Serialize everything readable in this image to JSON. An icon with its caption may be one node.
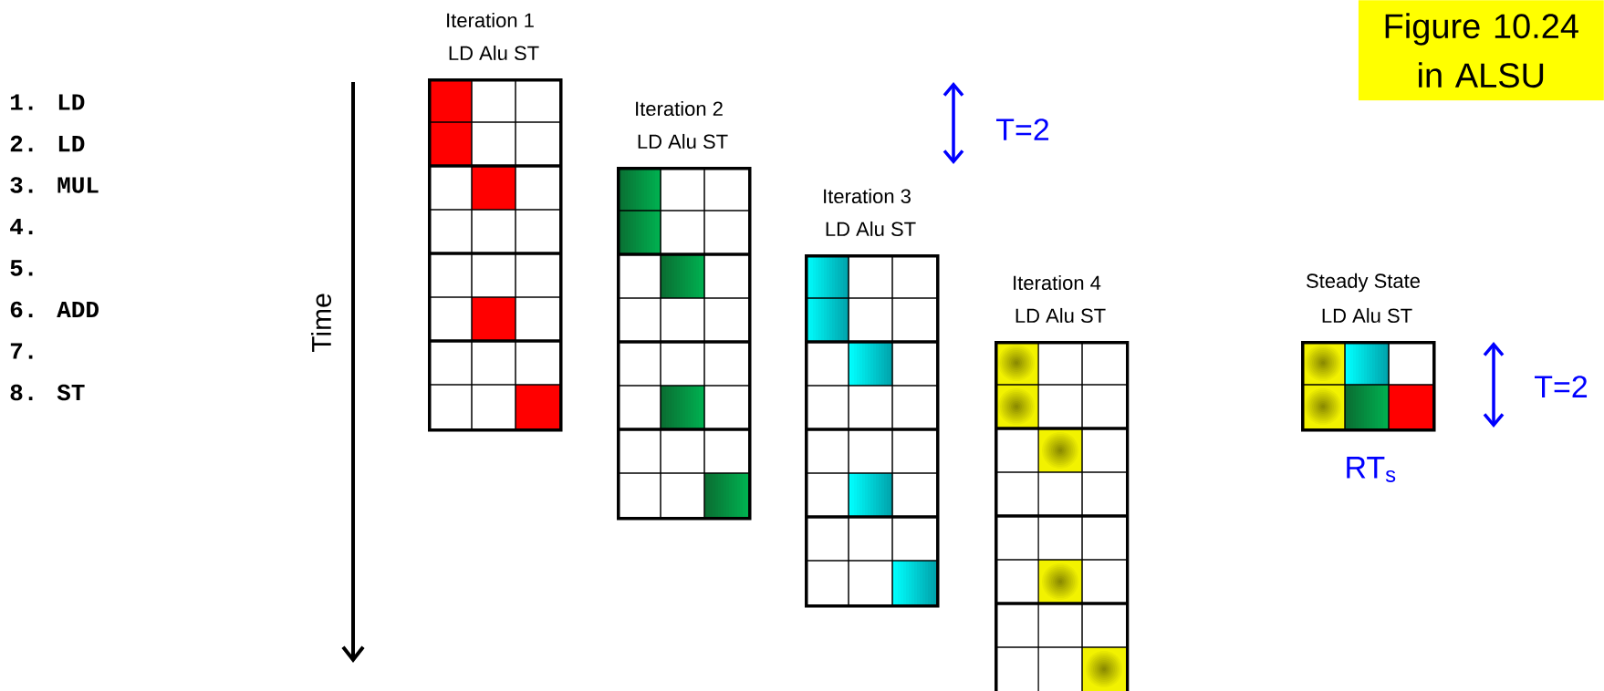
{
  "diagram": {
    "nodes": [
      {
        "text": [
          "Iteration 1",
          "LD Alu ST"
        ]
      },
      {
        "text": [
          "Iteration 2",
          "LD Alu ST"
        ]
      },
      {
        "text": [
          "Iteration 3",
          "LD Alu ST"
        ]
      },
      {
        "text": [
          "Iteration 4",
          "LD Alu ST"
        ]
      },
      {
        "text": [
          "Steady State",
          "LD Alu ST"
        ],
        "beside": [
          "RT$_{s}$"
        ]
      },
      {
        "text": [
          "Figure 10.24 in ALSU"
        ]
      }
    ],
    "labels": [
      "1. LD",
      "2. LD",
      "3. MUL",
      "4.",
      "5.",
      "6. ADD",
      "7.",
      "8. ST",
      "Time",
      "T=2",
      "T=2"
    ]
  }
}
